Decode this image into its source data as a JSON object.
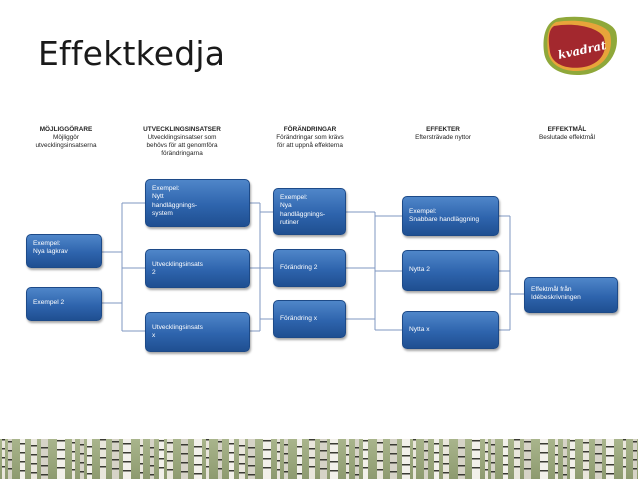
{
  "slide": {
    "title": "Effektkedja"
  },
  "logo": {
    "text": "kvadrat"
  },
  "columns": [
    {
      "heading": "MÖJLIGGÖRARE",
      "line1": "Möjliggör",
      "line2": "utvecklingsinsatserna",
      "line3": ""
    },
    {
      "heading": "UTVECKLINGSINSATSER",
      "line1": "Utvecklingsinsatser som",
      "line2": "behövs för att genomföra",
      "line3": "förändringarna"
    },
    {
      "heading": "FÖRÄNDRINGAR",
      "line1": "Förändringar som krävs",
      "line2": "för att uppnå effekterna",
      "line3": ""
    },
    {
      "heading": "EFFEKTER",
      "line1": "Eftersträvade nyttor",
      "line2": "",
      "line3": ""
    },
    {
      "heading": "EFFEKTMÅL",
      "line1": "Beslutade effektmål",
      "line2": "",
      "line3": ""
    }
  ],
  "boxes": {
    "enabler1": {
      "line1": "Exempel:",
      "line2": "Nya lagkrav"
    },
    "enabler2": {
      "line1": "Exempel 2"
    },
    "dev1": {
      "line1": "Exempel:",
      "line2": "Nytt",
      "line3": "handläggnings-",
      "line4": "system"
    },
    "dev2": {
      "line1": "Utvecklingsinsats",
      "line2": "2"
    },
    "devx": {
      "line1": "Utvecklingsinsats",
      "line2": "x"
    },
    "change1": {
      "line1": "Exempel:",
      "line2": "Nya",
      "line3": "handläggnings-",
      "line4": "rutiner"
    },
    "change2": {
      "line1": "Förändring 2"
    },
    "changex": {
      "line1": "Förändring x"
    },
    "effect1": {
      "line1": "Exempel:",
      "line2": "Snabbare handläggning"
    },
    "effect2": {
      "line1": "Nytta 2"
    },
    "effectx": {
      "line1": "Nytta x"
    },
    "goal": {
      "line1": "Effektmål från",
      "line2": "Idébeskrivningen"
    }
  },
  "colors": {
    "box_blue": "#2e64ad",
    "connector": "#7f97c2",
    "logo_red": "#a3282e",
    "logo_orange": "#e8a43a",
    "logo_green": "#8fa83a"
  }
}
